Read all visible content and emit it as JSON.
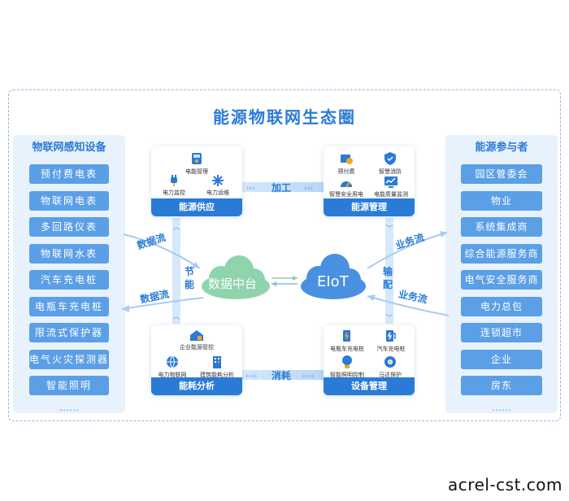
{
  "title": "能源物联网生态圈",
  "left_panel": {
    "heading": "物联网感知设备",
    "items": [
      "预付费电表",
      "物联网电表",
      "多回路仪表",
      "物联网水表",
      "汽车充电桩",
      "电瓶车充电桩",
      "限流式保护器",
      "电气火灾探测器",
      "智能照明"
    ],
    "more": "……"
  },
  "right_panel": {
    "heading": "能源参与者",
    "items": [
      "园区管委会",
      "物业",
      "系统集成商",
      "综合能源服务商",
      "电气安全服务商",
      "电力总包",
      "连锁超市",
      "企业",
      "房东"
    ],
    "more": "……"
  },
  "boxes": {
    "supply": {
      "label": "能源供应",
      "items": [
        "电能管理",
        "电力监控",
        "电力运维"
      ]
    },
    "manage": {
      "label": "能源管理",
      "items": [
        "预付费",
        "智慧消防",
        "智慧安全用电",
        "电能质量监测"
      ]
    },
    "analysis": {
      "label": "能耗分析",
      "items": [
        "企业能源管控",
        "电力物联网",
        "建筑能耗分析"
      ]
    },
    "equipment": {
      "label": "设备管理",
      "items": [
        "电瓶车充电桩",
        "汽车充电桩",
        "智能照明控制",
        "马达保护"
      ]
    }
  },
  "hubs": {
    "data_platform": "数据中台",
    "eiot": "EIoT"
  },
  "flows": {
    "process": "加工",
    "consume": "消耗",
    "save": "节能",
    "transport": "输配",
    "data_flow_in": "数据流",
    "data_flow_out": "数据流",
    "biz_flow_out": "业务流",
    "biz_flow_in": "业务流"
  },
  "watermark": "acrel-cst.com",
  "colors": {
    "primary": "#2a7bd6",
    "pill": "#5b9fe6",
    "panel_bg": "#e8f2fd",
    "cloud_green": "#8fd4ac",
    "cloud_blue": "#4a90e2"
  }
}
